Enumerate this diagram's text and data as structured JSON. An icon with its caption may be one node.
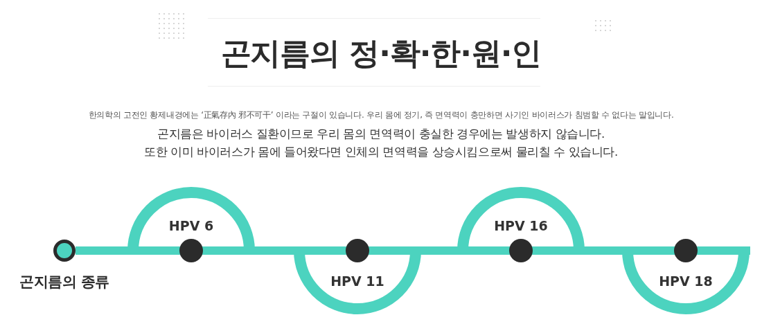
{
  "diagram": {
    "title": "곤지름의 **정·확·한·원·인**",
    "nodes": [
      {
        "text": [],
        "shape": "circle",
        "beside": [
          "곤지름의 종류"
        ]
      },
      {
        "text": [
          "HPV 6"
        ]
      },
      {
        "text": [
          "HPV 11"
        ]
      },
      {
        "text": [
          "HPV 16"
        ]
      },
      {
        "text": [
          "HPV 18"
        ]
      }
    ],
    "edges": [
      {
        "from": 0,
        "to": 1,
        "arrow": "none"
      },
      {
        "from": 1,
        "to": 2,
        "arrow": "none"
      },
      {
        "from": 2,
        "to": 3,
        "arrow": "none"
      },
      {
        "from": 3,
        "to": 4,
        "arrow": "none"
      }
    ],
    "labels": [
      "한의학의 고전인 황제내경에는 ‘正氣存內 邪不可干’ 이라는 구절이 있습니다. 우리 몸에 정기, 즉 면역력이 충만하면 사기인 바이러스가 침범할 수 없다는 말입니다.",
      "곤지름은 바이러스 질환이므로 우리 몸의 면역력이 충실한 경우에는 발생하지 않습니다.",
      "또한 이미 바이러스가 몸에 들어왔다면 인체의 면역력을 상승시킴으로써 물리칠 수 있습니다."
    ]
  }
}
